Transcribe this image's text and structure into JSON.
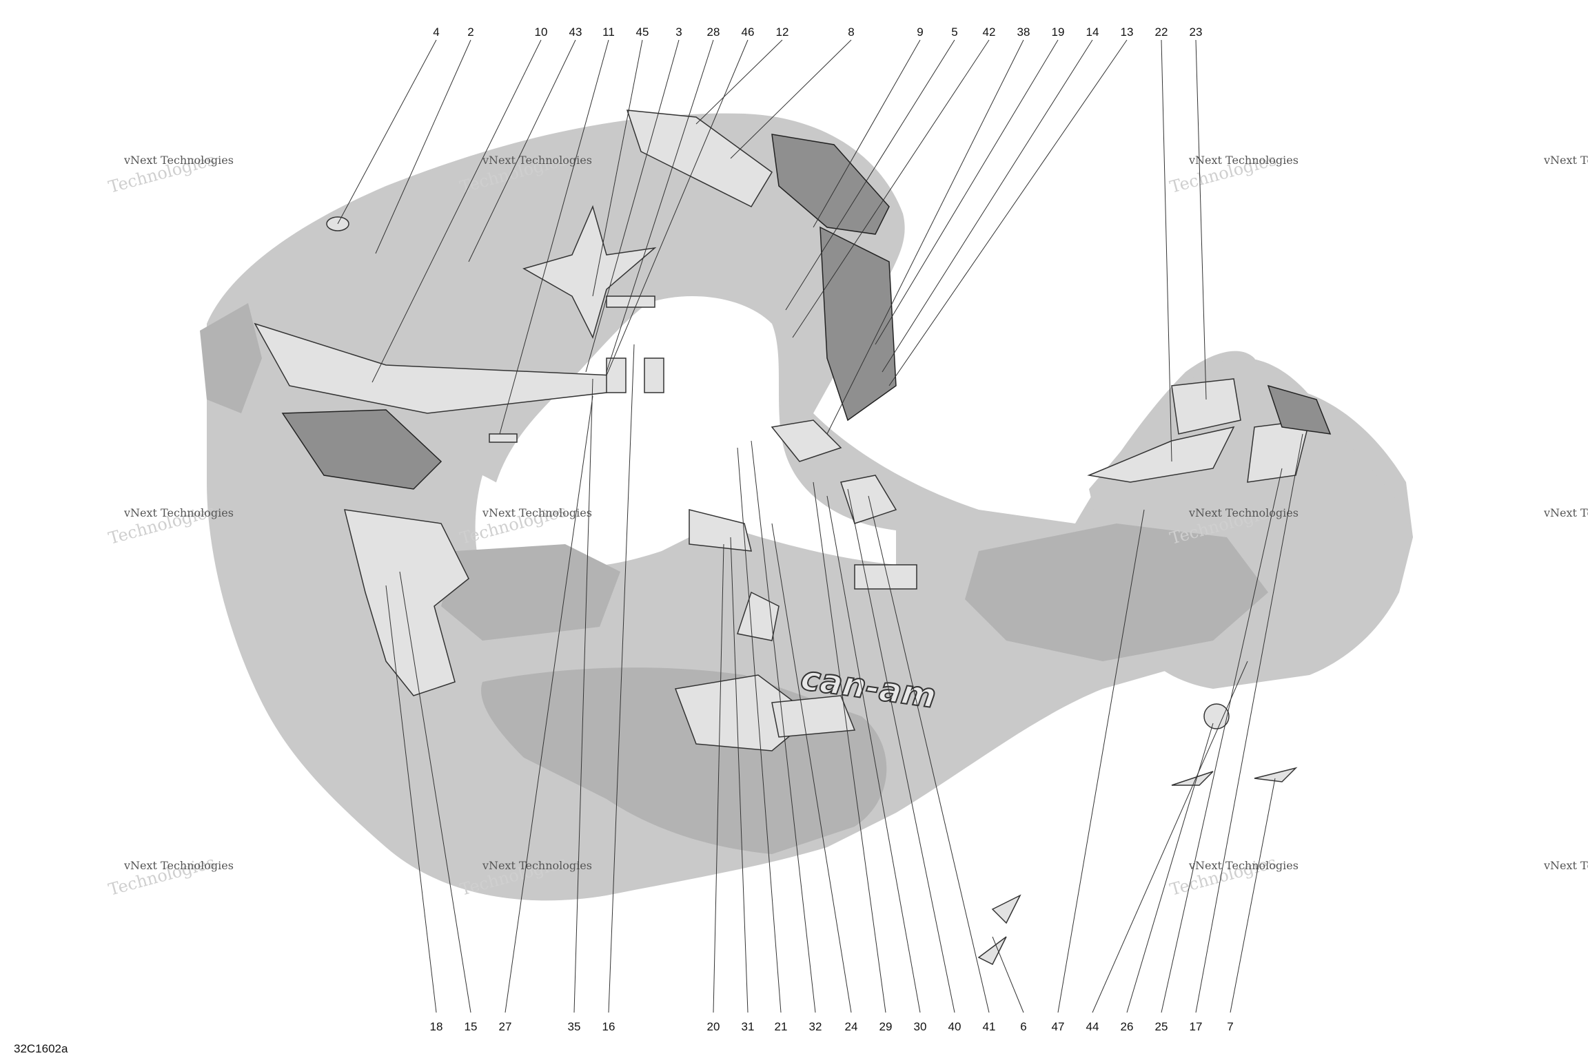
{
  "diagram_code": "32C1602a",
  "brand_logo": "can-am",
  "watermark": {
    "line1": "vNext Technologies",
    "line2": "Technologies"
  },
  "top_callouts": [
    "4",
    "2",
    "10",
    "43",
    "11",
    "45",
    "3",
    "28",
    "46",
    "12",
    "8",
    "9",
    "5",
    "42",
    "38",
    "19",
    "14",
    "13",
    "22",
    "23"
  ],
  "bottom_callouts": [
    "18",
    "15",
    "27",
    "35",
    "16",
    "20",
    "31",
    "21",
    "32",
    "24",
    "29",
    "30",
    "40",
    "41",
    "6",
    "47",
    "44",
    "26",
    "25",
    "17",
    "7"
  ]
}
